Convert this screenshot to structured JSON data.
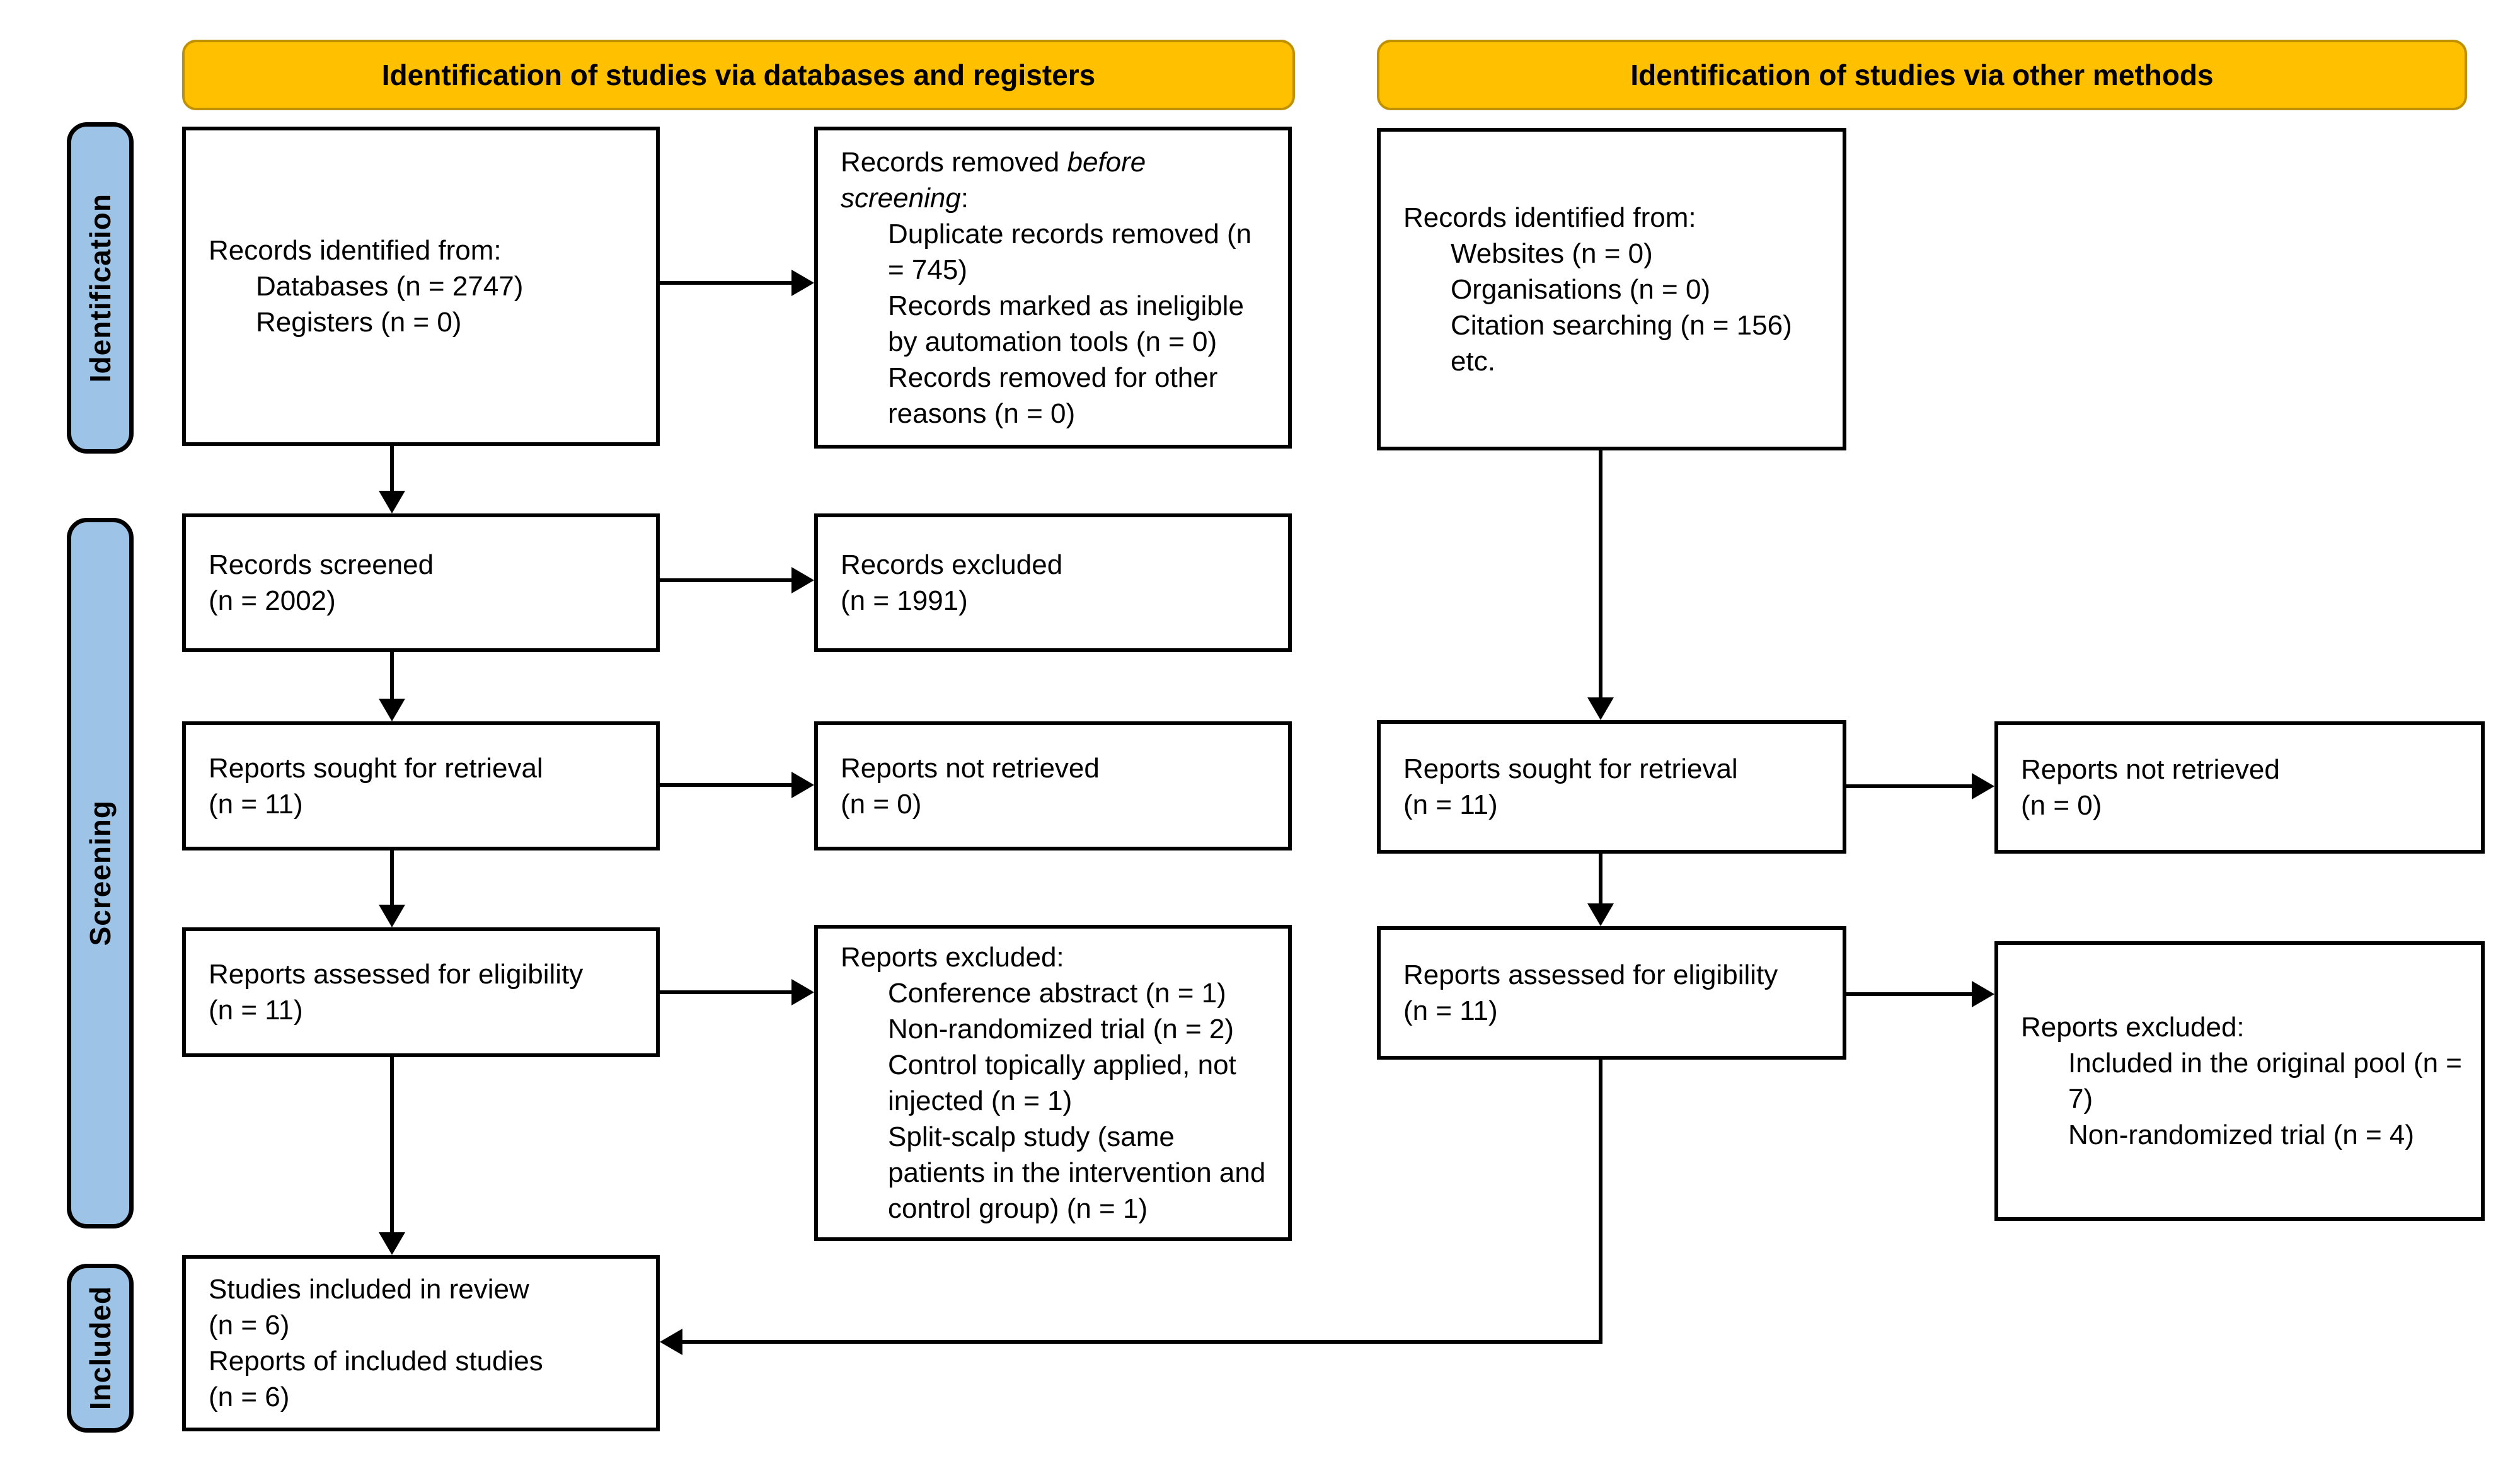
{
  "colors": {
    "header_fill": "#FFC000",
    "header_border": "#BF9000",
    "sidebar_fill": "#9DC3E6",
    "box_border": "#000000"
  },
  "headers": {
    "left": "Identification of studies via databases and registers",
    "right": "Identification of studies via other methods"
  },
  "sidebar": {
    "identification": "Identification",
    "screening": "Screening",
    "included": "Included"
  },
  "boxes": {
    "records_identified_db": {
      "title": "Records identified from:",
      "items": [
        "Databases (n = 2747)",
        "Registers (n = 0)"
      ]
    },
    "records_removed": {
      "title_prefix": "Records removed ",
      "title_italic": "before screening",
      "title_suffix": ":",
      "items": [
        "Duplicate records removed (n = 745)",
        "Records marked as ineligible by automation tools (n = 0)",
        "Records removed for other reasons (n = 0)"
      ]
    },
    "records_identified_other": {
      "title": "Records identified from:",
      "items": [
        "Websites (n = 0)",
        "Organisations (n = 0)",
        "Citation searching (n = 156)",
        "etc."
      ]
    },
    "records_screened": {
      "line1": "Records screened",
      "line2": "(n = 2002)"
    },
    "records_excluded": {
      "line1": "Records excluded",
      "line2": "(n = 1991)"
    },
    "reports_sought_db": {
      "line1": "Reports sought for retrieval",
      "line2": "(n = 11)"
    },
    "reports_not_retrieved_db": {
      "line1": "Reports not retrieved",
      "line2": "(n = 0)"
    },
    "reports_assessed_db": {
      "line1": "Reports assessed for eligibility",
      "line2": "(n = 11)"
    },
    "reports_excluded_db": {
      "title": "Reports excluded:",
      "items": [
        "Conference abstract (n = 1)",
        "Non-randomized trial (n = 2)",
        "Control topically applied, not injected (n = 1)",
        "Split-scalp study (same patients in the intervention and control group) (n = 1)"
      ]
    },
    "reports_sought_other": {
      "line1": "Reports sought for retrieval",
      "line2": "(n = 11)"
    },
    "reports_not_retrieved_other": {
      "line1": "Reports not retrieved",
      "line2": "(n = 0)"
    },
    "reports_assessed_other": {
      "line1": "Reports assessed for eligibility",
      "line2": "(n = 11)"
    },
    "reports_excluded_other": {
      "title": "Reports excluded:",
      "items": [
        "Included in the original pool (n = 7)",
        "Non-randomized trial (n = 4)"
      ]
    },
    "studies_included": {
      "lines": [
        "Studies included in review",
        "(n = 6)",
        "Reports of included studies",
        "(n = 6)"
      ]
    }
  }
}
